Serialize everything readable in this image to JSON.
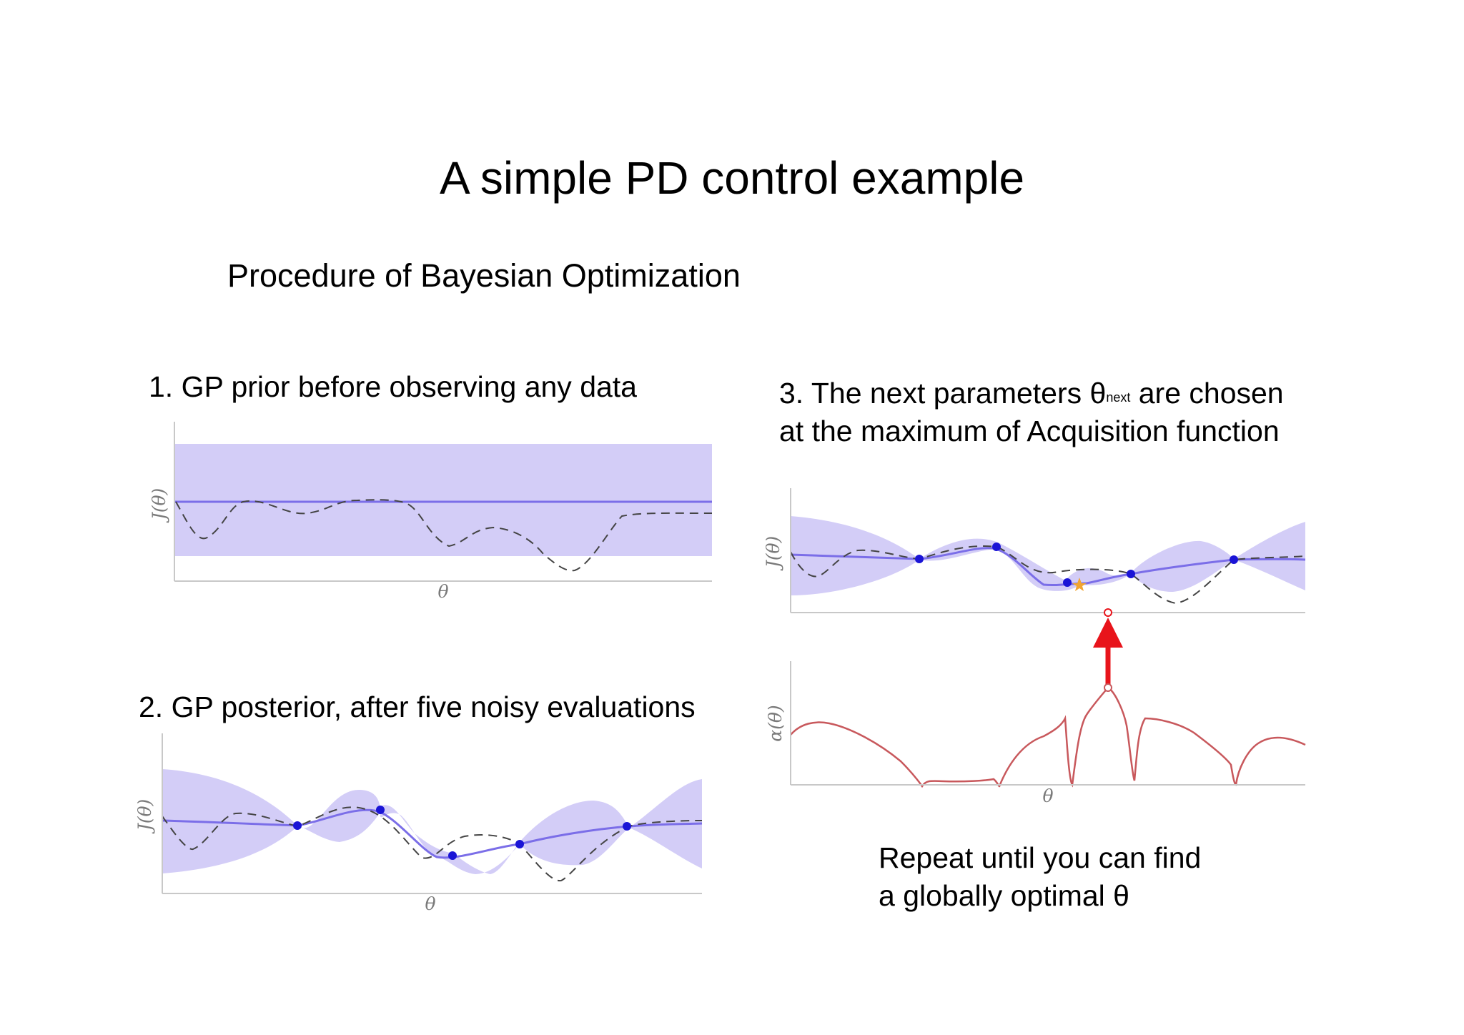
{
  "slide": {
    "title": "A simple PD control example",
    "subtitle": "Procedure of Bayesian Optimization",
    "step1": "1. GP prior before observing any data",
    "step2": "2. GP posterior, after five noisy evaluations",
    "step3_line1_before": "3. The next parameters θ",
    "step3_sub": "next",
    "step3_line1_after": " are chosen",
    "step3_line2": "at the maximum of Acquisition function",
    "repeat_line1": "Repeat until you can find",
    "repeat_line2": "a globally optimal θ"
  },
  "axes": {
    "y_label": "J(θ)",
    "x_label": "θ",
    "acq_label": "α(θ)"
  },
  "colors": {
    "band": "#d3cdf7",
    "mean": "#7b6ee8",
    "observed_point": "#1a14d6",
    "true_function": "#444444",
    "acquisition": "#c8585c",
    "arrow": "#e8141b",
    "next_marker": "#f2a531"
  }
}
